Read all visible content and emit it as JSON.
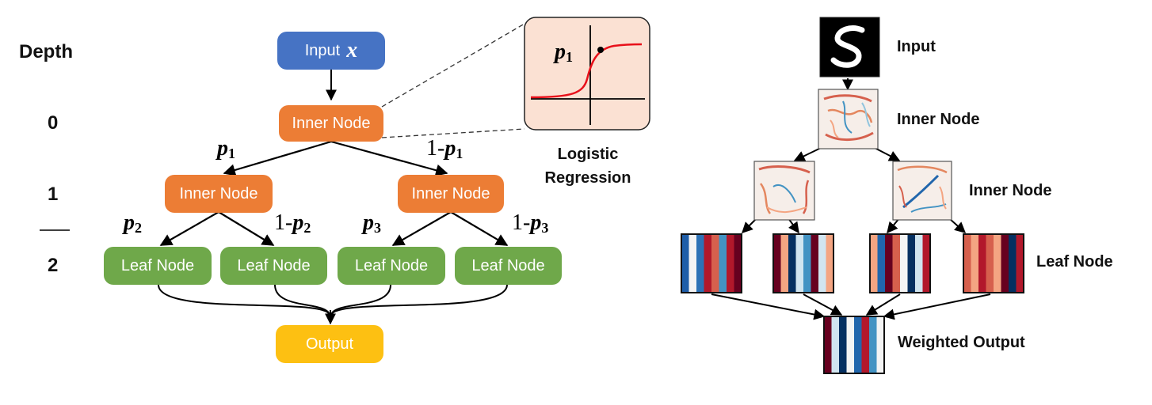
{
  "left_diagram": {
    "depth_header": "Depth",
    "depth_levels": [
      "0",
      "1",
      "2"
    ],
    "input_node": {
      "label": "Input",
      "variable": "x"
    },
    "inner_node_label": "Inner Node",
    "leaf_node_label": "Leaf Node",
    "output_label": "Output",
    "edge_labels": {
      "p1_var": "p",
      "p1_sub": "1",
      "not_p1_prefix": "1-",
      "not_p1_var": "p",
      "not_p1_sub": "1",
      "p2_var": "p",
      "p2_sub": "2",
      "not_p2_prefix": "1-",
      "not_p2_var": "p",
      "not_p2_sub": "2",
      "p3_var": "p",
      "p3_sub": "3",
      "not_p3_prefix": "1-",
      "not_p3_var": "p",
      "not_p3_sub": "3"
    },
    "inset": {
      "var": "p",
      "sub": "1",
      "caption_line1": "Logistic",
      "caption_line2": "Regression"
    },
    "colors": {
      "input": "#4673c4",
      "inner": "#ec7d35",
      "leaf": "#6fa84a",
      "output": "#fdc012",
      "curve": "#e8101a",
      "inset_bg": "#fbe1d3"
    }
  },
  "right_diagram": {
    "labels": {
      "input": "Input",
      "inner_node_root": "Inner Node",
      "inner_node_level1": "Inner Node",
      "leaf_node": "Leaf Node",
      "weighted_output": "Weighted Output"
    },
    "leaf_stripes": [
      [
        "#1f5ea8",
        "#f4f4f4",
        "#2d72b6",
        "#b2182b",
        "#d6604d",
        "#4393c3",
        "#b2182b",
        "#67001f"
      ],
      [
        "#67001f",
        "#f4a582",
        "#053061",
        "#d1e5f0",
        "#4393c3",
        "#67001f",
        "#d1e5f0",
        "#f4a582"
      ],
      [
        "#f4a582",
        "#2166ac",
        "#67001f",
        "#d6604d",
        "#f4f4f4",
        "#053061",
        "#d1e5f0",
        "#b2182b"
      ],
      [
        "#d6604d",
        "#f4a582",
        "#b2182b",
        "#d6604d",
        "#f4a582",
        "#67001f",
        "#053061",
        "#b2182b"
      ]
    ],
    "output_stripes": [
      "#67001f",
      "#d1e5f0",
      "#053061",
      "#f4f4f4",
      "#2166ac",
      "#b2182b",
      "#4393c3",
      "#f4f4f4"
    ]
  }
}
